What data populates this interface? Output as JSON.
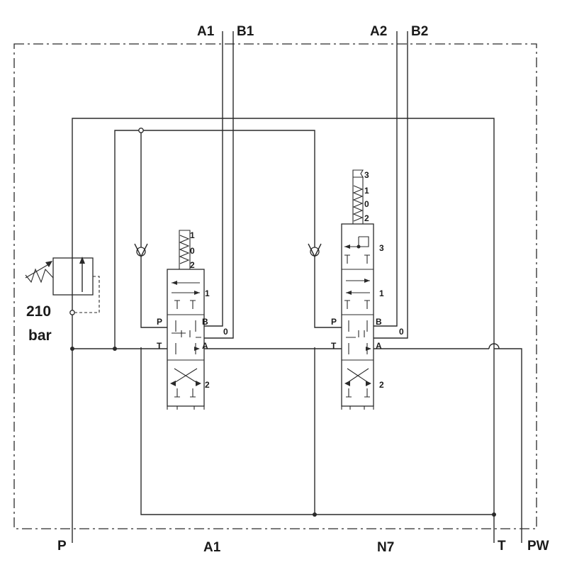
{
  "ports": {
    "top_a1": "A1",
    "top_b1": "B1",
    "top_a2": "A2",
    "top_b2": "B2",
    "bottom_p": "P",
    "bottom_a1": "A1",
    "bottom_n7": "N7",
    "bottom_t": "T",
    "bottom_pw": "PW"
  },
  "relief_valve": {
    "pressure": "210",
    "unit": "bar"
  },
  "valve1": {
    "detents": [
      "1",
      "0",
      "2"
    ],
    "label_p": "P",
    "label_b": "B",
    "label_t": "T",
    "label_a": "A",
    "label_pos1": "1",
    "label_pos0": "0",
    "label_pos2": "2"
  },
  "valve2": {
    "detents": [
      "3",
      "1",
      "0",
      "2"
    ],
    "label_p": "P",
    "label_b": "B",
    "label_t": "T",
    "label_a": "A",
    "label_pos3": "3",
    "label_pos1": "1",
    "label_pos0": "0",
    "label_pos2": "2"
  }
}
